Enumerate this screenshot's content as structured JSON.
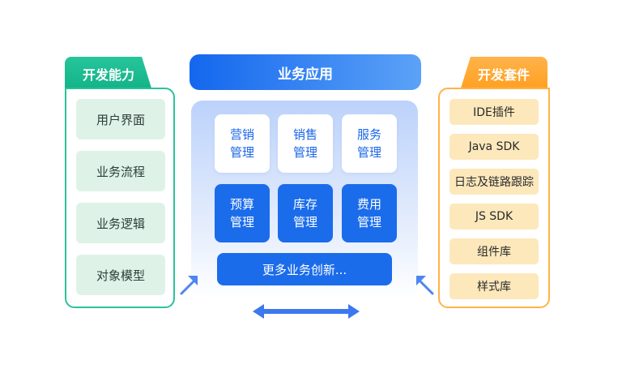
{
  "left": {
    "title": "开发能力",
    "items": [
      "用户界面",
      "业务流程",
      "业务逻辑",
      "对象模型"
    ]
  },
  "center": {
    "title": "业务应用",
    "row1": [
      {
        "line1": "营销",
        "line2": "管理"
      },
      {
        "line1": "销售",
        "line2": "管理"
      },
      {
        "line1": "服务",
        "line2": "管理"
      }
    ],
    "row2": [
      {
        "line1": "预算",
        "line2": "管理"
      },
      {
        "line1": "库存",
        "line2": "管理"
      },
      {
        "line1": "费用",
        "line2": "管理"
      }
    ],
    "more": "更多业务创新..."
  },
  "right": {
    "title": "开发套件",
    "items": [
      "IDE插件",
      "Java SDK",
      "日志及链路跟踪",
      "JS SDK",
      "组件库",
      "样式库"
    ]
  },
  "colors": {
    "green": "#12b287",
    "orange": "#ff9f1f",
    "blue": "#1b6ceb"
  }
}
